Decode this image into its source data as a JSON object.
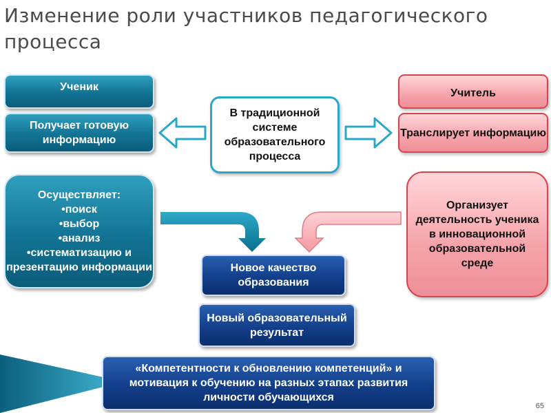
{
  "title": "Изменение роли участников педагогического процесса",
  "student": {
    "label": "Ученик",
    "receives": "Получает готовую информацию",
    "performs_title": "Осуществляет:",
    "performs_items": [
      "•поиск",
      "•выбор",
      "•анализ",
      "•систематизацию и презентацию информации"
    ]
  },
  "center_box": "В традиционной системе образовательного процесса",
  "teacher": {
    "label": "Учитель",
    "transmits": "Транслирует информацию",
    "organizes": "Организует деятельность ученика в инновационной образовательной среде"
  },
  "outcomes": {
    "quality": "Новое качество образования",
    "result": "Новый образовательный результат",
    "competence": "«Компетентности к обновлению компетенций» и мотивация к обучению на разных этапах развития личности обучающихся"
  },
  "slide_number": "65",
  "colors": {
    "teal": "#127393",
    "pink": "#f5a3aa",
    "navy": "#123f8a",
    "center_border": "#2aa6c9"
  }
}
